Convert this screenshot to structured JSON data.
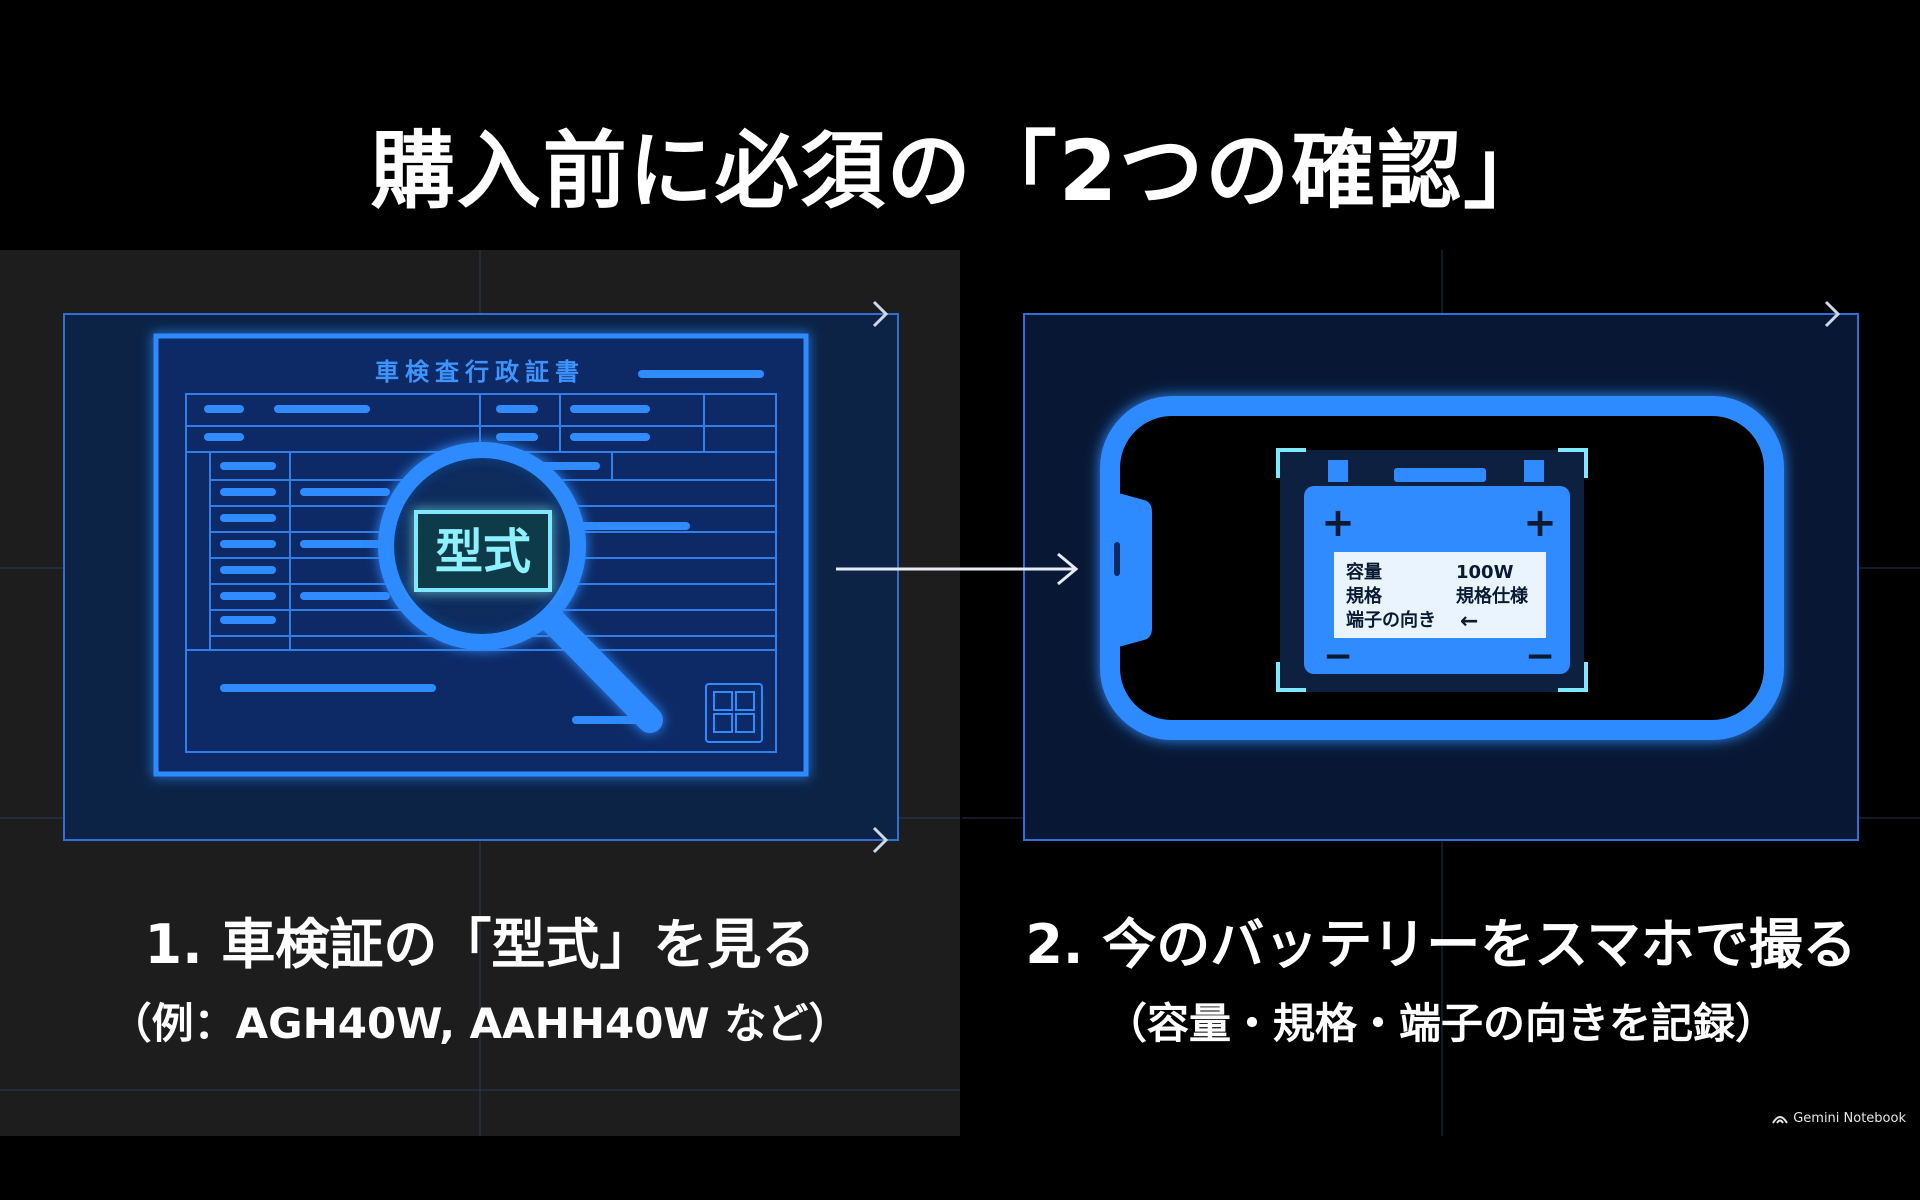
{
  "title": "購入前に必須の「2つの確認」",
  "steps": [
    {
      "caption": "1. 車検証の「型式」を見る",
      "subcaption": "（例：AGH40W, AAHH40W など）",
      "document_title": "車検査行政証書",
      "lens_label": "型式"
    },
    {
      "caption": "2. 今のバッテリーをスマホで撮る",
      "subcaption": "（容量・規格・端子の向きを記録）",
      "label": {
        "row1_left": "容量",
        "row1_right": "100W",
        "row2_left": "規格",
        "row2_right": "規格仕様",
        "row3_left": "端子の向き",
        "row3_right": "←"
      },
      "plus_symbol": "+",
      "minus_symbol": "−"
    }
  ],
  "badge": "Gemini Notebook",
  "colors": {
    "accent": "#2f8bff",
    "glow": "#1c6dff",
    "cyan": "#7fe8ff",
    "panel_left": "#1d1d1d"
  }
}
